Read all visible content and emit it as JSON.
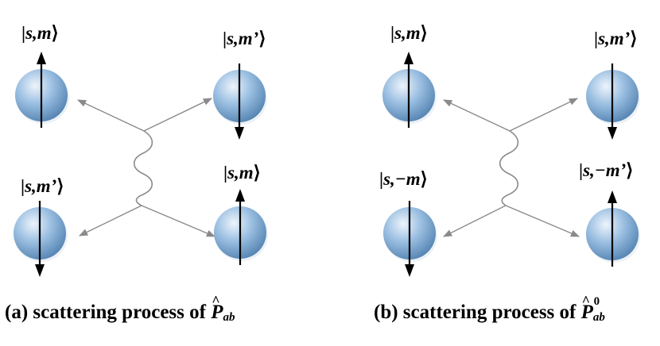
{
  "colors": {
    "sphere_light": "#eef4fb",
    "sphere_mid": "#9cc0e2",
    "sphere_dark": "#4f7fae",
    "interaction_line": "#8a8a8a",
    "spin_arrow": "#000000"
  },
  "panel_a": {
    "kets": {
      "top_left": "s,m",
      "top_right": "s,m’",
      "bottom_left": "s,m’",
      "bottom_right": "s,m"
    },
    "spins": {
      "top_left": "up",
      "top_right": "down",
      "bottom_left": "down",
      "bottom_right": "up"
    },
    "caption": {
      "prefix": "(a) scattering process of ",
      "operator_symbol": "P",
      "operator_subscript": "ab",
      "operator_superscript": ""
    }
  },
  "panel_b": {
    "kets": {
      "top_left": "s,m",
      "top_right": "s,m’",
      "bottom_left": "s,−m",
      "bottom_right": "s,−m’"
    },
    "spins": {
      "top_left": "up",
      "top_right": "down",
      "bottom_left": "down",
      "bottom_right": "up"
    },
    "caption": {
      "prefix": "(b) scattering process of ",
      "operator_symbol": "P",
      "operator_subscript": "ab",
      "operator_superscript": "0"
    }
  }
}
